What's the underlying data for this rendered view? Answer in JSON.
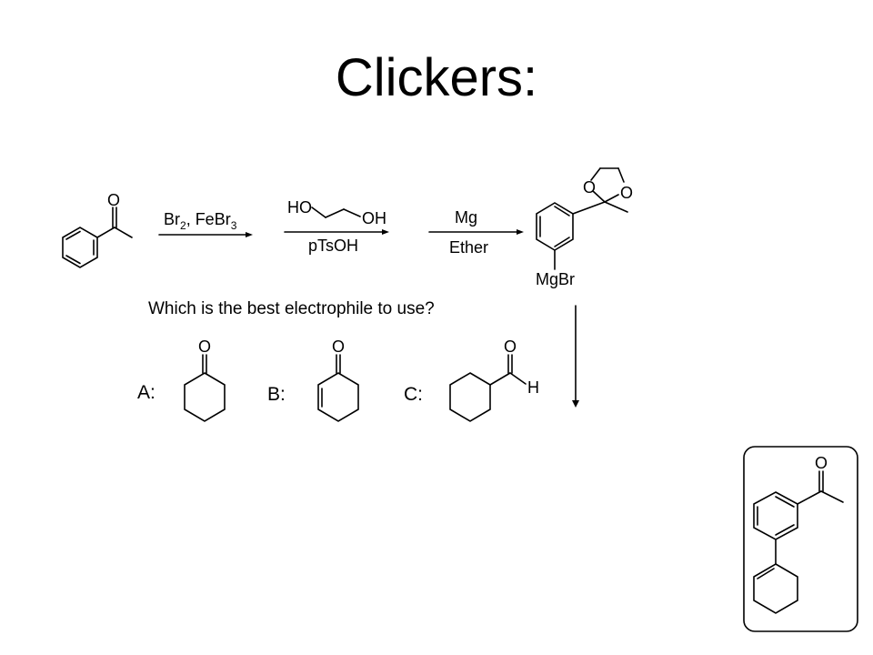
{
  "slide": {
    "title": "Clickers:",
    "question": "Which is the best electrophile to use?"
  },
  "scheme": {
    "step1_reagents": {
      "br": "Br",
      "br_sub": "2",
      "sep": ", FeBr",
      "febr_sub": "3"
    },
    "step2_top": {
      "ho": "HO",
      "oh": "OH"
    },
    "step2_bottom": "pTsOH",
    "step3_top": "Mg",
    "step3_bottom": "Ether",
    "atoms": {
      "o": "O",
      "mgbr": "MgBr",
      "h": "H"
    }
  },
  "choices": [
    {
      "label": "A:"
    },
    {
      "label": "B:"
    },
    {
      "label": "C:"
    }
  ],
  "colors": {
    "ink": "#000000",
    "background": "#ffffff",
    "answer_box_border": "#000000"
  }
}
